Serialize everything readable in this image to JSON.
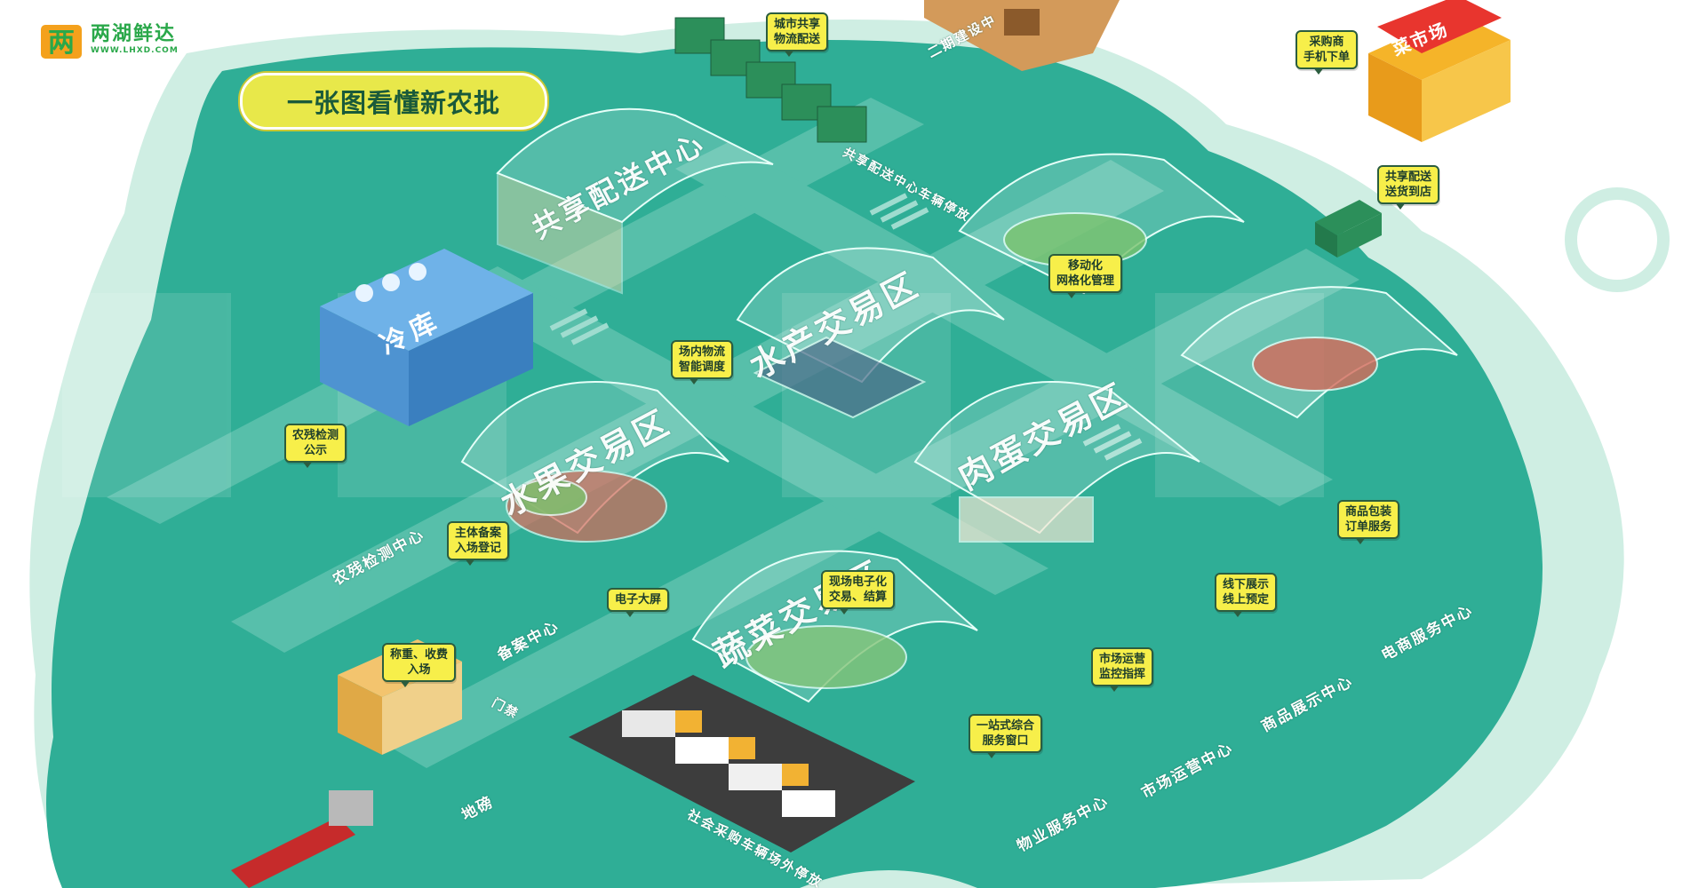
{
  "brand": {
    "name": "两湖鲜达",
    "url": "WWW.LHXD.COM",
    "logo_glyph": "两"
  },
  "headline": "一张图看懂新农批",
  "watermark_glyph": "°",
  "zones": {
    "shared_delivery": "共享配送中心",
    "aquatic": "水产交易区",
    "fruit": "水果交易区",
    "meat_egg": "肉蛋交易区",
    "vegetable": "蔬菜交易区",
    "cold_storage": "冷库",
    "market_shop": "菜市场"
  },
  "ground_labels": {
    "phase2": "二期建设中",
    "shared_parking": "共享配送中心车辆停放",
    "residue_center": "农残检测中心",
    "filing_center": "备案中心",
    "weighbridge": "地磅",
    "gate": "门禁",
    "social_parking": "社会采购车辆场外停放",
    "property_center": "物业服务中心",
    "operation_center": "市场运营中心",
    "display_center": "商品展示中心",
    "ecommerce_center": "电商服务中心",
    "kiosk_label": "电子大屏"
  },
  "tags": {
    "city_logistics": [
      "城市共享",
      "物流配送"
    ],
    "buyer_order": [
      "采购商",
      "手机下单"
    ],
    "shared_delivery_store": [
      "共享配送",
      "送货到店"
    ],
    "mobile_grid": [
      "移动化",
      "网格化管理"
    ],
    "smart_dispatch": [
      "场内物流",
      "智能调度"
    ],
    "residue_notice": [
      "农残检测",
      "公示"
    ],
    "entity_filing": [
      "主体备案",
      "入场登记"
    ],
    "big_screen": [
      "电子大屏"
    ],
    "e_trade": [
      "现场电子化",
      "交易、结算"
    ],
    "weigh_fee": [
      "称重、收费",
      "入场"
    ],
    "market_ops": [
      "市场运营",
      "监控指挥"
    ],
    "offline_display": [
      "线下展示",
      "线上预定"
    ],
    "product_pack": [
      "商品包装",
      "订单服务"
    ],
    "one_stop": [
      "一站式综合",
      "服务窗口"
    ]
  },
  "colors": {
    "map_green": "#2fae96",
    "road": "#5cc1ad",
    "pale_green": "#cfeee3",
    "tag_yellow": "#f7ef4a",
    "brand_green": "#2aa84a",
    "headline_yellow": "#e8e84a"
  }
}
